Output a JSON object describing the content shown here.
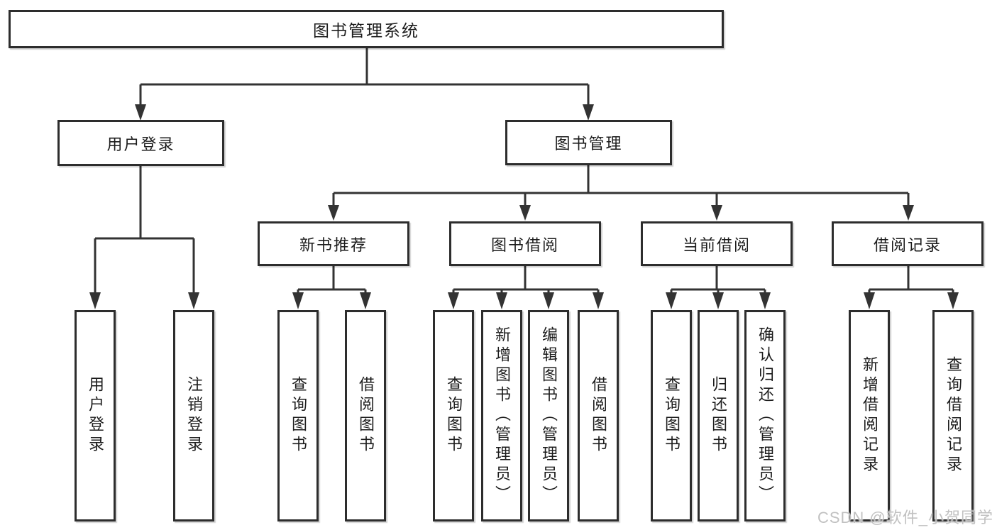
{
  "tree": {
    "root": {
      "label": "图书管理系统",
      "children": [
        {
          "label": "用户登录",
          "children": [
            {
              "label": "用户登录"
            },
            {
              "label": "注销登录"
            }
          ]
        },
        {
          "label": "图书管理",
          "children": [
            {
              "label": "新书推荐",
              "children": [
                {
                  "label": "查询图书"
                },
                {
                  "label": "借阅图书"
                }
              ]
            },
            {
              "label": "图书借阅",
              "children": [
                {
                  "label": "查询图书"
                },
                {
                  "label": "新增图书（管理员）"
                },
                {
                  "label": "编辑图书（管理员）"
                },
                {
                  "label": "借阅图书"
                }
              ]
            },
            {
              "label": "当前借阅",
              "children": [
                {
                  "label": "查询图书"
                },
                {
                  "label": "归还图书"
                },
                {
                  "label": "确认归还（管理员）"
                }
              ]
            },
            {
              "label": "借阅记录",
              "children": [
                {
                  "label": "新增借阅记录"
                },
                {
                  "label": "查询借阅记录"
                }
              ]
            }
          ]
        }
      ]
    }
  },
  "watermark": {
    "text": "CSDN @软件_小贺同学"
  },
  "colors": {
    "line": "#333333",
    "border": "#2d2d2d",
    "background": "#ffffff",
    "watermark": "#bebebe"
  }
}
